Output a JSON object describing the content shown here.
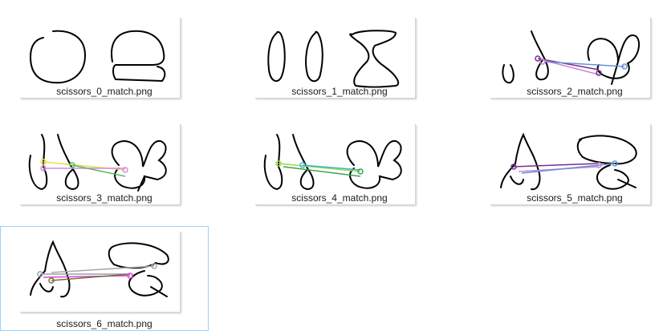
{
  "files": [
    {
      "name": "scissors_0_match.png",
      "selected": false
    },
    {
      "name": "scissors_1_match.png",
      "selected": false
    },
    {
      "name": "scissors_2_match.png",
      "selected": false
    },
    {
      "name": "scissors_3_match.png",
      "selected": false
    },
    {
      "name": "scissors_4_match.png",
      "selected": false
    },
    {
      "name": "scissors_5_match.png",
      "selected": false
    },
    {
      "name": "scissors_6_match.png",
      "selected": true
    }
  ],
  "colors": {
    "selection_border": "#99d1ff",
    "ink": "#000000"
  }
}
